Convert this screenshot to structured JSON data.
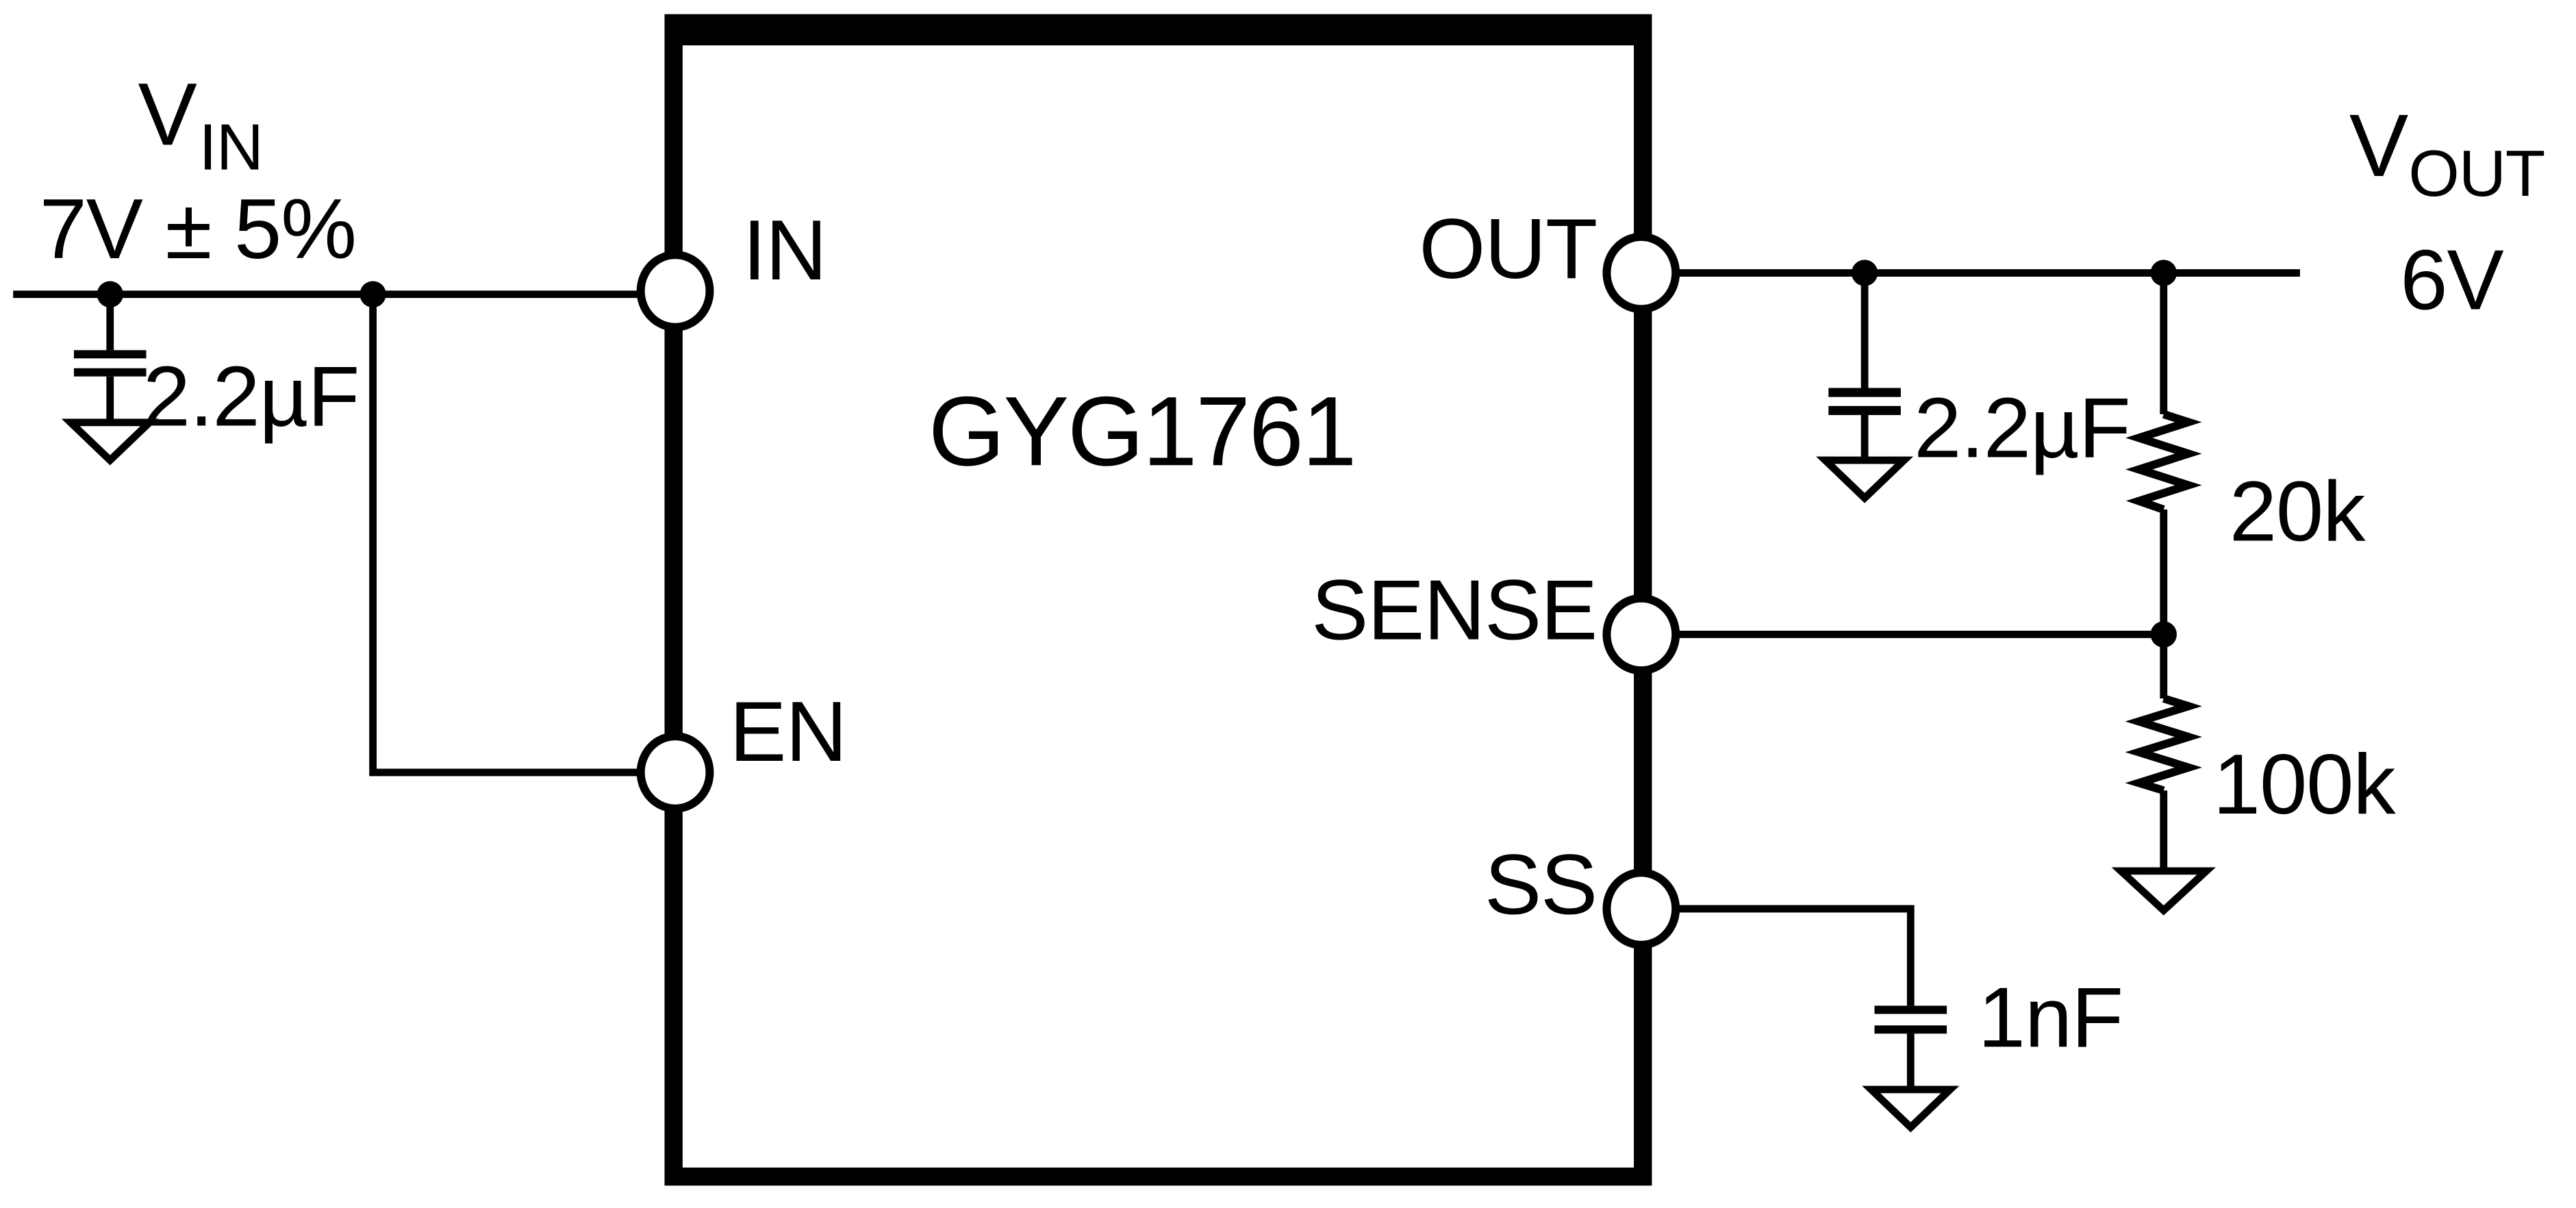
{
  "diagram_type": "circuit-schematic",
  "ic": {
    "part_number": "GYG1761",
    "pins": [
      {
        "id": "in",
        "label": "IN",
        "side": "left"
      },
      {
        "id": "en",
        "label": "EN",
        "side": "left"
      },
      {
        "id": "out",
        "label": "OUT",
        "side": "right"
      },
      {
        "id": "sense",
        "label": "SENSE",
        "side": "right"
      },
      {
        "id": "ss",
        "label": "SS",
        "side": "right"
      }
    ]
  },
  "input": {
    "rail_symbol": "V",
    "rail_subscript": "IN",
    "spec": "7V ± 5%",
    "capacitor_value": "2.2µF"
  },
  "output": {
    "rail_symbol": "V",
    "rail_subscript": "OUT",
    "voltage": "6V",
    "capacitor_value": "2.2µF",
    "feedback_divider": {
      "top_resistor": "20k",
      "bottom_resistor": "100k"
    }
  },
  "soft_start": {
    "capacitor_value": "1nF"
  },
  "colors": {
    "line": "#000000",
    "background": "#ffffff"
  }
}
